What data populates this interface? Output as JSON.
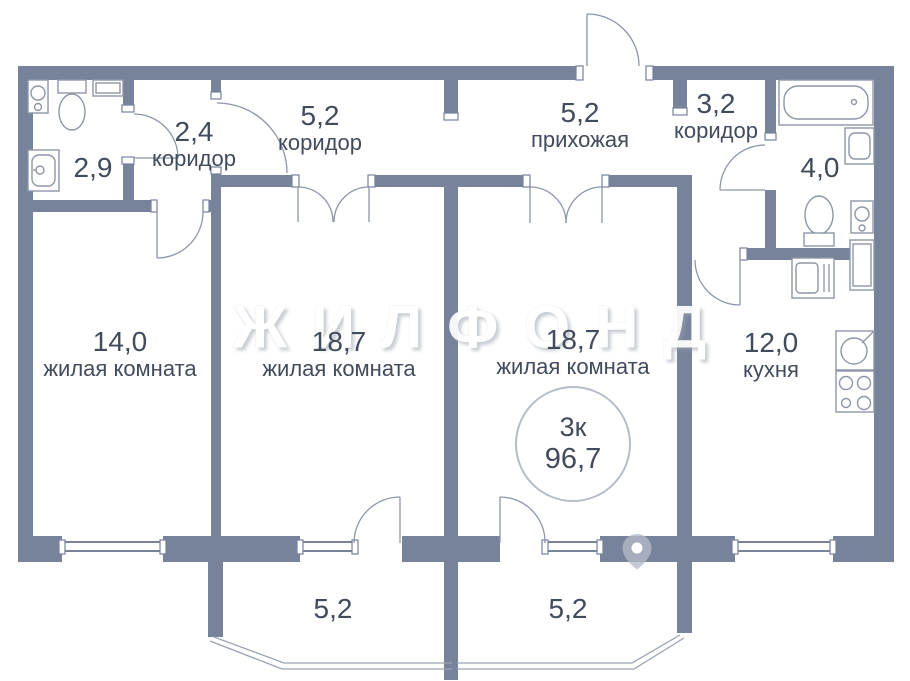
{
  "watermark": {
    "brand_text": "ЖИЛФОНД"
  },
  "summary_badge": {
    "rooms": "3к",
    "total_area": "96,7"
  },
  "rooms": {
    "bath_small": {
      "area": "2,9",
      "name": ""
    },
    "corridor_small": {
      "area": "2,4",
      "name": "коридор"
    },
    "corridor_main": {
      "area": "5,2",
      "name": "коридор"
    },
    "hallway": {
      "area": "5,2",
      "name": "прихожая"
    },
    "corridor_right": {
      "area": "3,2",
      "name": "коридор"
    },
    "bath_large": {
      "area": "4,0",
      "name": ""
    },
    "living_left": {
      "area": "14,0",
      "name": "жилая комната"
    },
    "living_middle": {
      "area": "18,7",
      "name": "жилая комната"
    },
    "living_right": {
      "area": "18,7",
      "name": "жилая комната"
    },
    "kitchen": {
      "area": "12,0",
      "name": "кухня"
    },
    "balcony_left": {
      "area": "5,2",
      "name": ""
    },
    "balcony_right": {
      "area": "5,2",
      "name": ""
    }
  },
  "colors": {
    "wall": "#76839B",
    "outline": "#8D96A7",
    "text": "#414B5C",
    "watermark": "#FFFFFF",
    "badge_border": "#B6BDC9"
  }
}
